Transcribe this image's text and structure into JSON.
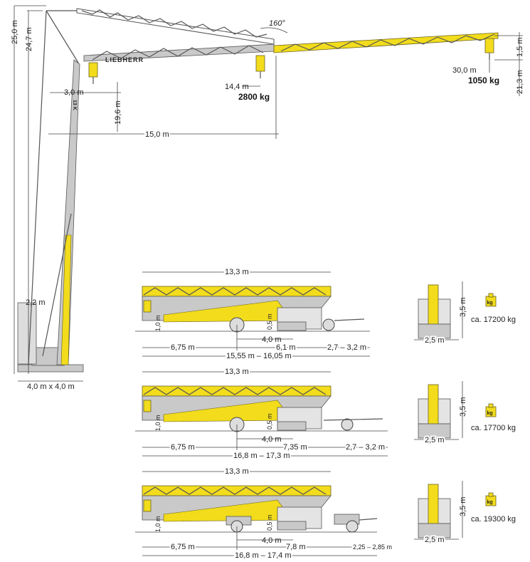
{
  "brand": "LIEBHERR",
  "model": "13 K",
  "erected_view": {
    "height_hook_max": "25,0 m",
    "height_hook_luffed": "24,7 m",
    "slew_angle": "160°",
    "min_radius": "3,0 m",
    "height_under_hook_horizontal": "19,6 m",
    "radius_short_jib": "15,0 m",
    "radius_mid": "14,4 m",
    "load_mid": "2800 kg",
    "radius_max": "30,0 m",
    "load_tip": "1050 kg",
    "jib_drop": "1,5 m",
    "height_under_hook_tip": "21,3 m",
    "ballast_width": "2,2 m",
    "base_size": "4,0 m x 4,0 m"
  },
  "transport_variants": [
    {
      "length_top": "13,3 m",
      "ground_clear_front": "1,0 m",
      "ground_clear_mid": "0,5 m",
      "axle_spacing": "4,0 m",
      "front_overhang": "6,75 m",
      "mid_length": "6,1 m",
      "drawbar": "2,7 – 3,2 m",
      "total_length": "15,55 m – 16,05 m",
      "height": "3,5 m",
      "width": "2,5 m",
      "weight": "ca. 17200 kg",
      "weight_icon_label": "kg"
    },
    {
      "length_top": "13,3 m",
      "ground_clear_front": "1,0 m",
      "ground_clear_mid": "0,5 m",
      "axle_spacing": "4,0 m",
      "front_overhang": "6,75 m",
      "mid_length": "7,35 m",
      "drawbar": "2,7 – 3,2 m",
      "total_length": "16,8 m – 17,3 m",
      "height": "3,5 m",
      "width": "2,5 m",
      "weight": "ca. 17700 kg",
      "weight_icon_label": "kg"
    },
    {
      "length_top": "13,3 m",
      "ground_clear_front": "1,0 m",
      "ground_clear_mid": "0,5 m",
      "axle_spacing": "4,0 m",
      "front_overhang": "6,75 m",
      "mid_length": "7,8 m",
      "drawbar": "2,25 – 2,85 m",
      "total_length": "16,8 m – 17,4 m",
      "height": "3,5 m",
      "width": "2,5 m",
      "weight": "ca. 19300 kg",
      "weight_icon_label": "kg"
    }
  ],
  "colors": {
    "crane_yellow": "#f2dc1c",
    "steel_grey": "#c9c9c9"
  }
}
